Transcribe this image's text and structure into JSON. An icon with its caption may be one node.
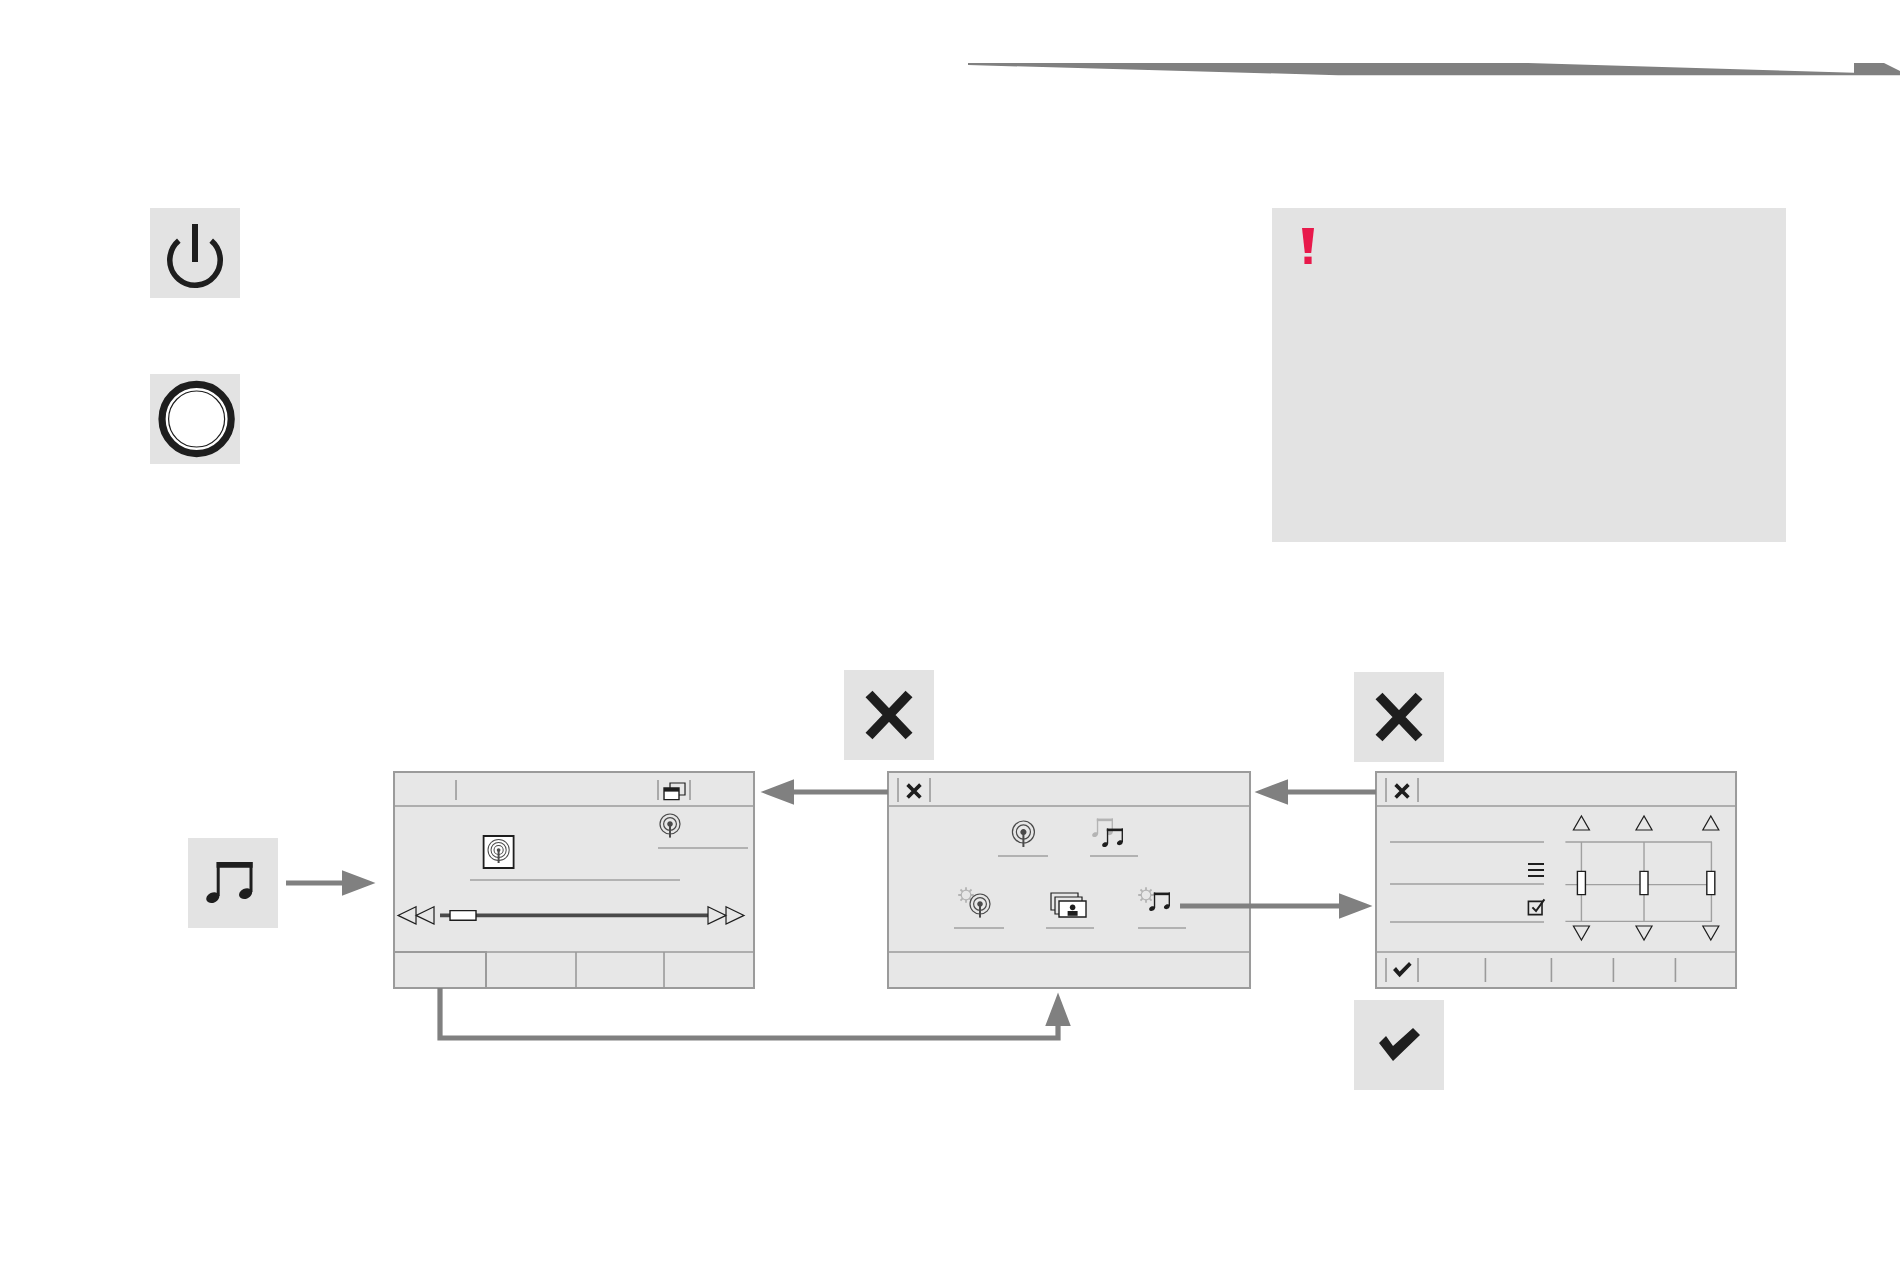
{
  "diagram": {
    "nodes": [
      {
        "text": [],
        "shape": "box"
      },
      {
        "text": [],
        "shape": "box"
      },
      {
        "text": [],
        "shape": "box"
      },
      {
        "text": [],
        "shape": "box"
      },
      {
        "text": [],
        "shape": "box"
      },
      {
        "text": [],
        "shape": "box"
      },
      {
        "text": [],
        "shape": "box"
      },
      {
        "text": [],
        "shape": "box",
        "in": 6
      },
      {
        "text": [],
        "shape": "box"
      },
      {
        "text": [],
        "shape": "picture",
        "in": 8
      },
      {
        "text": [],
        "shape": "box"
      },
      {
        "text": [],
        "shape": "box"
      }
    ],
    "edges": [
      {
        "from": 5,
        "to": 6,
        "arrow": "to"
      },
      {
        "from": 8,
        "to": 6,
        "arrow": "to"
      },
      {
        "from": 10,
        "to": 8,
        "arrow": "to"
      },
      {
        "from": 7,
        "to": 8,
        "arrow": "to"
      },
      {
        "from": 9,
        "to": 10,
        "arrow": "to"
      }
    ]
  }
}
